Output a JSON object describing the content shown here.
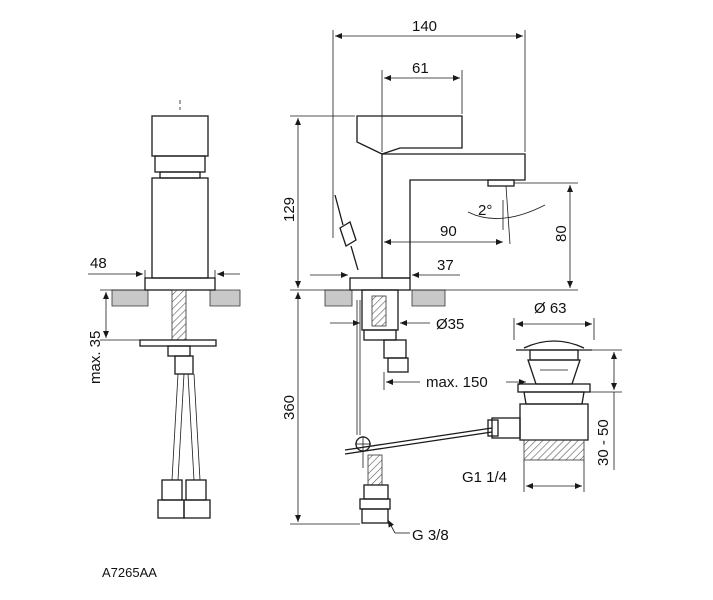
{
  "drawing": {
    "code": "A7265AA",
    "dims": {
      "width_140": "140",
      "spout_61": "61",
      "height_129": "129",
      "angle_2": "2°",
      "reach_90": "90",
      "outlet_80": "80",
      "base_48": "48",
      "base_37": "37",
      "hole_35": "Ø35",
      "max35": "max. 35",
      "hose_360": "360",
      "max150": "max. 150",
      "waste_63": "Ø 63",
      "range_30_50": "30 - 50",
      "thread_g114": "G1 1/4",
      "thread_g38": "G 3/8"
    }
  }
}
